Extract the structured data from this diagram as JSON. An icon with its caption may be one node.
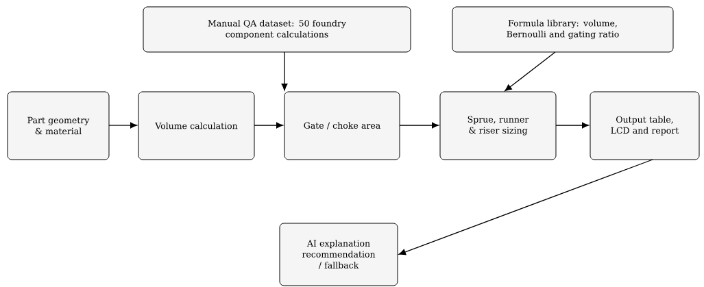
{
  "diagram": {
    "nodes": [
      {
        "text": [
          "Part geometry & material"
        ]
      },
      {
        "text": [
          "Volume calculation"
        ]
      },
      {
        "text": [
          "Gate / choke area"
        ]
      },
      {
        "text": [
          "Sprue, runner & riser sizing"
        ]
      },
      {
        "text": [
          "Output table, LCD and report"
        ]
      },
      {
        "text": [
          "Manual QA dataset: 50 foundry component calculations"
        ]
      },
      {
        "text": [
          "Formula library: volume, Bernoulli and gating ratio"
        ]
      },
      {
        "text": [
          "AI explanation recommendation / fallback"
        ]
      }
    ],
    "edges": [
      {
        "from": 0,
        "to": 1,
        "arrow": "to"
      },
      {
        "from": 1,
        "to": 2,
        "arrow": "to"
      },
      {
        "from": 2,
        "to": 3,
        "arrow": "to"
      },
      {
        "from": 3,
        "to": 4,
        "arrow": "to"
      },
      {
        "from": 5,
        "to": 2,
        "arrow": "to"
      },
      {
        "from": 6,
        "to": 3,
        "arrow": "to"
      },
      {
        "from": 4,
        "to": 7,
        "arrow": "to"
      }
    ]
  }
}
